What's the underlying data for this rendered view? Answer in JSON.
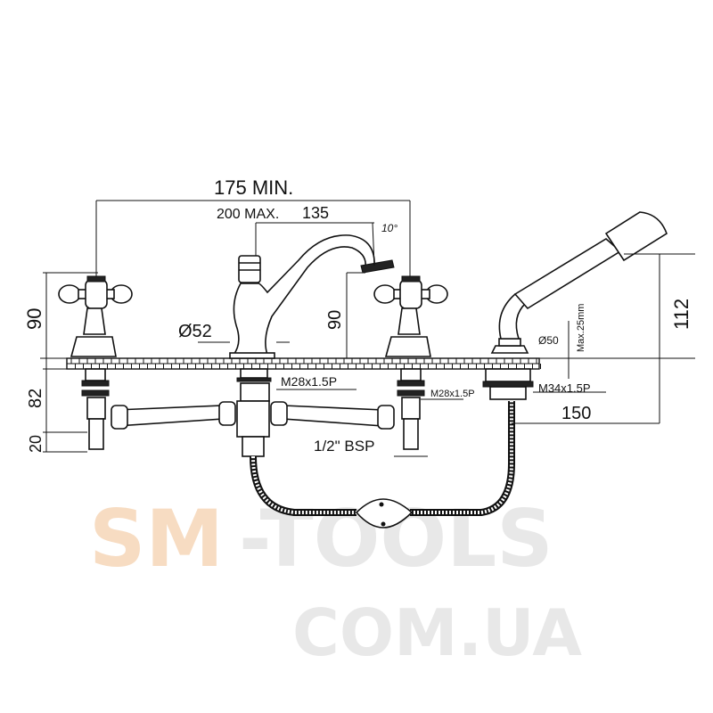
{
  "dimensions": {
    "width_min": "175 MIN.",
    "width_max": "200 MAX.",
    "spout_reach": "135",
    "spout_angle": "10°",
    "handle_height": "90",
    "spout_height": "90",
    "spout_base_diameter": "Ø52",
    "below_deck": "82",
    "tail_length": "20",
    "spout_thread": "M28x1.5P",
    "valve_thread": "M28x1.5P",
    "shower_thread": "M34x1.5P",
    "inlet": "1/2\" BSP",
    "shower_base_diameter": "Ø50",
    "max_deck_thickness": "Max.25mm",
    "shower_height": "112",
    "shower_offset": "150"
  },
  "watermark": {
    "line1_accent": "SM",
    "line1_rest": "-TOOLS",
    "line2": "COM.UA",
    "accent_color": "#f7dcc2",
    "gray_color": "#e6e6e6"
  }
}
